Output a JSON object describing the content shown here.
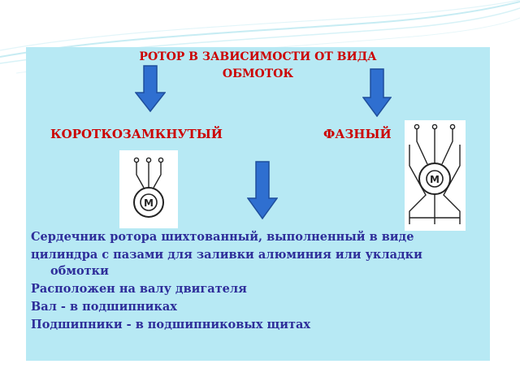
{
  "title": {
    "line1": "РОТОР В ЗАВИСИМОСТИ ОТ ВИДА",
    "line2": "ОБМОТОК"
  },
  "types": {
    "left": "КОРОТКОЗАМКНУТЫЙ",
    "right": "ФАЗНЫЙ"
  },
  "motors": {
    "left_badge": "М",
    "right_badge": "М"
  },
  "body": {
    "line1": "Сердечник ротора шихтованный, выполненный в виде",
    "line2a": "цилиндра с пазами для заливки алюминия или укладки",
    "line2b": "обмотки",
    "line3": "Расположен на валу двигателя",
    "line4": "Вал  - в подшипниках",
    "line5": "Подшипники - в подшипниковых щитах"
  },
  "colors": {
    "panel": "#b7e9f4",
    "title": "#cc0000",
    "text": "#2e2e9a",
    "arrow": "#2f6fd0"
  },
  "icons": [
    "down-arrow-icon",
    "motor-schematic-icon",
    "decorative-swirl-icon"
  ]
}
